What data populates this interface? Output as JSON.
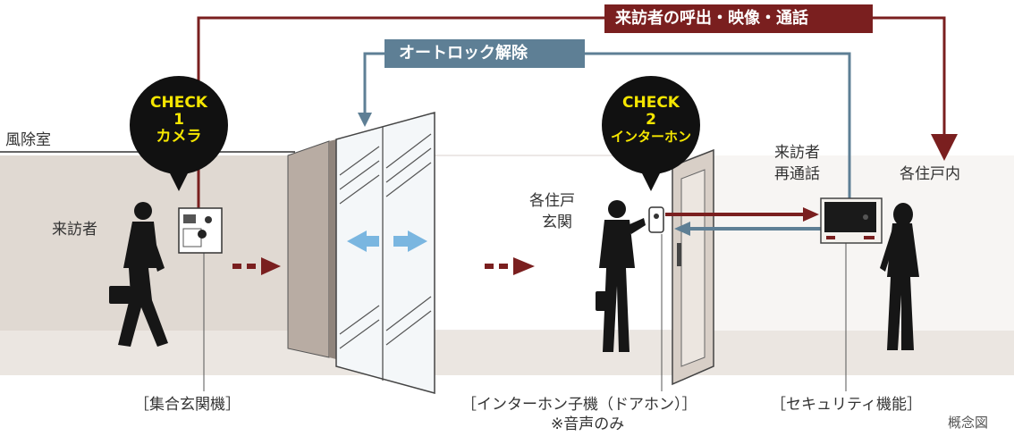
{
  "colors": {
    "red_line": "#7a1f1f",
    "blue_line": "#5e7f95",
    "bubble": "#111111",
    "bubble_text": "#f5e600",
    "wall": "#e0d9d2",
    "floor": "#ebe6e1"
  },
  "flows": {
    "call_video": "来訪者の呼出・映像・通話",
    "auto_unlock": "オートロック解除"
  },
  "checks": [
    {
      "check": "CHECK",
      "num": "1",
      "name": "カメラ"
    },
    {
      "check": "CHECK",
      "num": "2",
      "name": "インターホン"
    }
  ],
  "labels": {
    "vestibule": "風除室",
    "visitor": "来訪者",
    "entrance_line1": "各住戸",
    "entrance_line2": "玄関",
    "recall_line1": "来訪者",
    "recall_line2": "再通話",
    "inside": "各住戸内"
  },
  "captions": {
    "entrance_unit": "［集合玄関機］",
    "intercom_unit": "［インターホン子機（ドアホン）］",
    "voice_only": "※音声のみ",
    "security": "［セキュリティ機能］",
    "concept": "概念図"
  }
}
